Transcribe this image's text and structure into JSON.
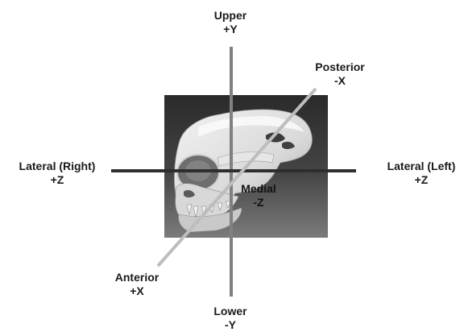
{
  "axes": {
    "upper": {
      "name": "Upper",
      "sign": "+Y"
    },
    "lower": {
      "name": "Lower",
      "sign": "-Y"
    },
    "right": {
      "name": "Lateral (Right)",
      "sign": "+Z"
    },
    "left": {
      "name": "Lateral (Left)",
      "sign": "+Z"
    },
    "posterior": {
      "name": "Posterior",
      "sign": "-X"
    },
    "anterior": {
      "name": "Anterior",
      "sign": "+X"
    },
    "medial": {
      "name": "Medial",
      "sign": "-Z"
    }
  },
  "colors": {
    "vertical_axis": "#7d7d7d",
    "horizontal_axis": "#2b2b2b",
    "diagonal_axis": "#b9b9b9",
    "panel_top": "#2f2f2f",
    "panel_bottom": "#7a7a7a"
  },
  "image": {
    "subject": "skull-render"
  }
}
